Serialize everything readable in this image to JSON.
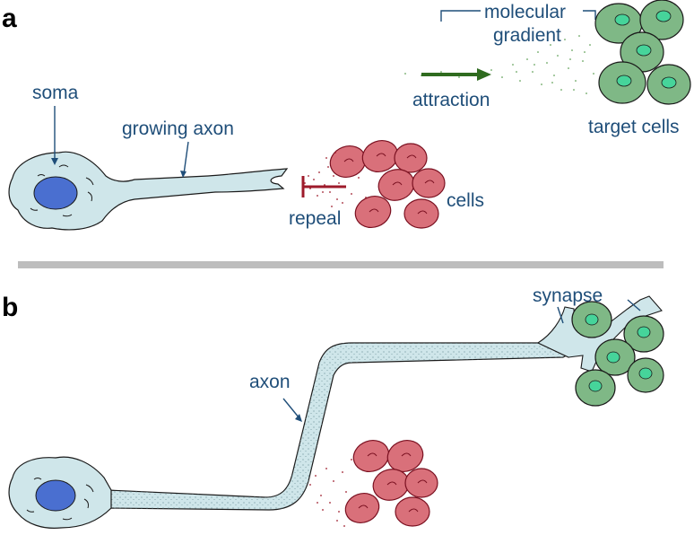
{
  "panels": {
    "a": {
      "letter": "a",
      "labels": {
        "soma": "soma",
        "growing_axon": "growing axon",
        "molecular": "molecular",
        "gradient": "gradient",
        "attraction": "attraction",
        "target_cells": "target cells",
        "cells": "cells",
        "repeal": "repeal"
      }
    },
    "b": {
      "letter": "b",
      "labels": {
        "synapse": "synapse",
        "axon": "axon"
      }
    }
  },
  "colors": {
    "label_text": "#1f4e79",
    "neuron_fill": "#cfe6ea",
    "nucleus_fill": "#4a6fd0",
    "attract_cell_fill": "#7fb886",
    "attract_nucleus": "#46d49a",
    "repel_cell_fill": "#d9707a",
    "repel_mark": "#9e1b2b",
    "attract_arrow": "#2f6b1f",
    "divider": "#bdbdbd",
    "outline": "#1a1a1a"
  }
}
